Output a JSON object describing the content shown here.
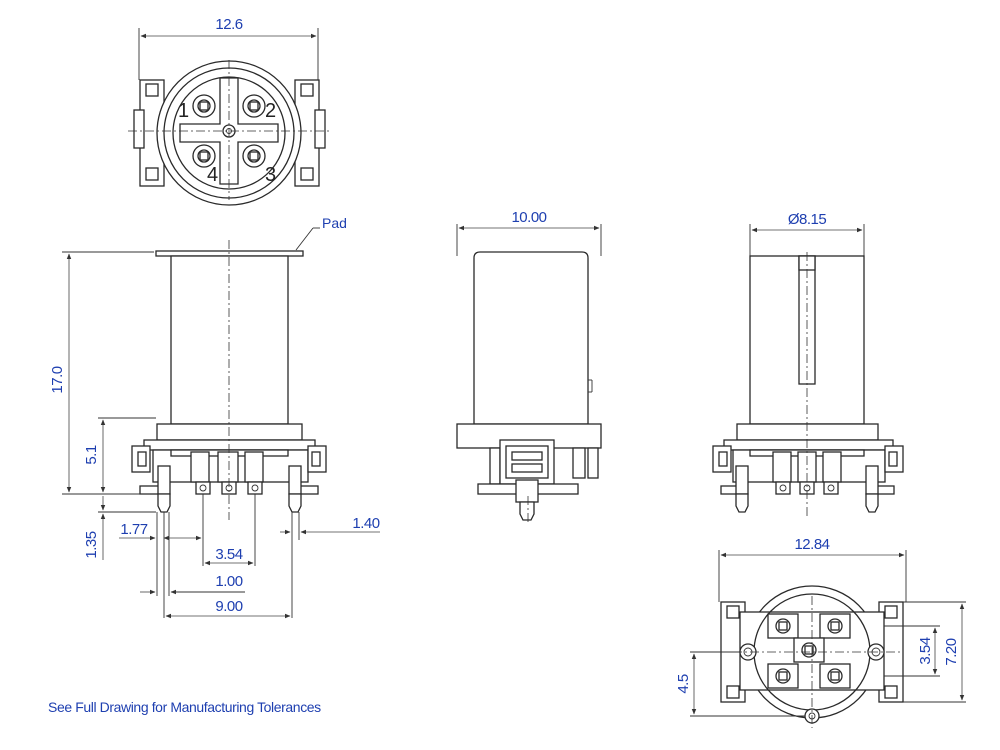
{
  "views": {
    "top": {
      "width_dim": "12.6",
      "pins": [
        "1",
        "2",
        "3",
        "4"
      ]
    },
    "front": {
      "pad_label": "Pad",
      "height_dim": "17.0",
      "base_height_dim": "5.1",
      "pin_length_dim": "1.35",
      "pin_offset_dim": "1.77",
      "pin_spacing_dim": "3.54",
      "pin_small_dim": "1.00",
      "pin_span_dim": "9.00",
      "right_pin_dim": "1.40"
    },
    "side": {
      "width_dim": "10.00"
    },
    "rear": {
      "diameter_dim": "Ø8.15"
    },
    "bottom": {
      "width_dim": "12.84",
      "spacing_dim": "3.54",
      "height_dim": "7.20",
      "offset_dim": "4.5"
    }
  },
  "note": "See Full Drawing for Manufacturing Tolerances",
  "colors": {
    "dimension_text": "#1e3fb0",
    "line": "#2a2a2a"
  }
}
